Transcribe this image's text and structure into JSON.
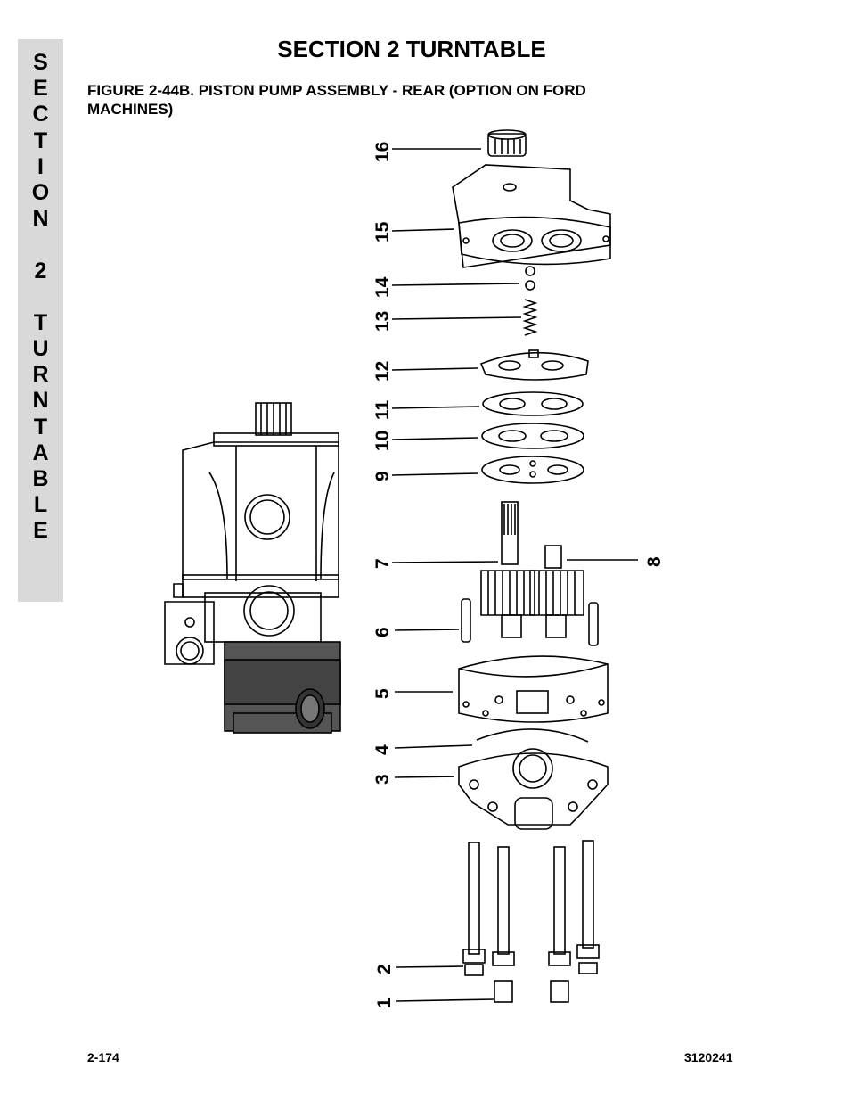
{
  "header": {
    "title": "SECTION 2  TURNTABLE",
    "figure_caption": "FIGURE 2-44B. PISTON PUMP ASSEMBLY - REAR (OPTION ON FORD MACHINES)"
  },
  "side_tab": {
    "letters": [
      "S",
      "E",
      "C",
      "T",
      "I",
      "O",
      "N",
      "",
      "2",
      "",
      "T",
      "U",
      "R",
      "N",
      "T",
      "A",
      "B",
      "L",
      "E"
    ]
  },
  "callouts": {
    "c16": "16",
    "c15": "15",
    "c14": "14",
    "c13": "13",
    "c12": "12",
    "c11": "11",
    "c10": "10",
    "c9": "9",
    "c7": "7",
    "c8": "8",
    "c6": "6",
    "c5": "5",
    "c4": "4",
    "c3": "3",
    "c2": "2",
    "c1": "1"
  },
  "footer": {
    "page_number": "2-174",
    "doc_number": "3120241"
  }
}
